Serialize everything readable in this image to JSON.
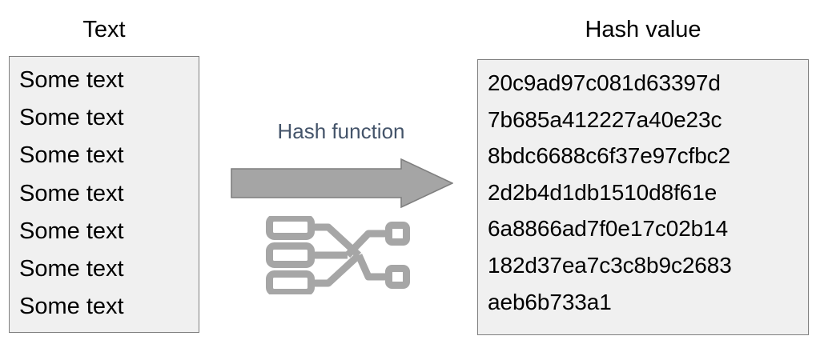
{
  "diagram": {
    "title_left": "Text",
    "title_right": "Hash value",
    "process_label": "Hash function",
    "arrow_icon_name": "right-arrow",
    "network_icon_name": "hash-network-icon",
    "colors": {
      "arrow_fill": "#A5A5A5",
      "arrow_stroke": "#7F7F7F",
      "panel_fill": "#F0F0F0",
      "panel_stroke": "#7F7F7F",
      "label_text": "#44546A",
      "body_text": "#000000",
      "icon_fill": "#A6A6A6"
    }
  },
  "input_panel": {
    "lines": [
      "Some text",
      "Some text",
      "Some text",
      "Some text",
      "Some text",
      "Some text",
      "Some text"
    ]
  },
  "output_panel": {
    "lines": [
      "20c9ad97c081d63397d",
      "7b685a412227a40e23c",
      "8bdc6688c6f37e97cfbc2",
      "2d2b4d1db1510d8f61e",
      "6a8866ad7f0e17c02b14",
      "182d37ea7c3c8b9c2683",
      "aeb6b733a1"
    ],
    "full_value": "20c9ad97c081d63397d7b685a412227a40e23c8bdc6688c6f37e97cfbc22d2b4d1db1510d8f61e6a8866ad7f0e17c02b14182d37ea7c3c8b9c2683aeb6b733a1"
  }
}
